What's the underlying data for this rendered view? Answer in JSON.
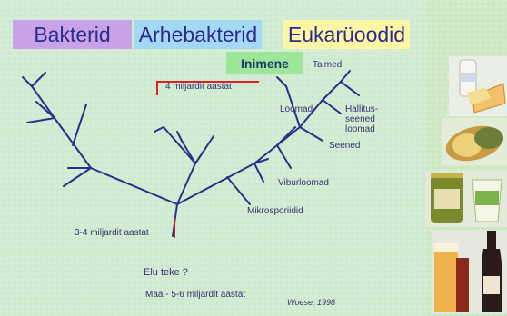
{
  "headers": {
    "bakterid": "Bakterid",
    "arhebakteriad": "Arhebakterid",
    "eukarüoodid": "Eukarüoodid"
  },
  "highlight": "Inimene",
  "labels": {
    "taimed": "Taimed",
    "loomad": "Loomad",
    "hallitusseened": "Hallitus-seened\nloomad",
    "seened": "Seened",
    "viburloomad": "Viburloomad",
    "mikrosporiidid": "Mikrosporiidid",
    "neli_miljardit": "4 miljardit aastat",
    "kolm_neli_miljardit": "3-4 miljardit aastat",
    "elu_tekib": "Elu teke ?",
    "maa_vanus": "Maa - 5-6 miljardit aastat"
  },
  "credit": "Woese, 1998",
  "colors": {
    "background": "#cfe9c4",
    "tree_line": "#2a2f8a",
    "marker": "#e02020",
    "bakterid_box": "#c9a3e8",
    "arhe_box": "#a4d8f5",
    "euk_box": "#fdf6a4",
    "inimene_box": "#9ce69a"
  },
  "images": [
    "milk-cheese-photo",
    "bread-loaf-photo",
    "pickles-yogurt-jars-photo",
    "beer-wine-photo"
  ]
}
